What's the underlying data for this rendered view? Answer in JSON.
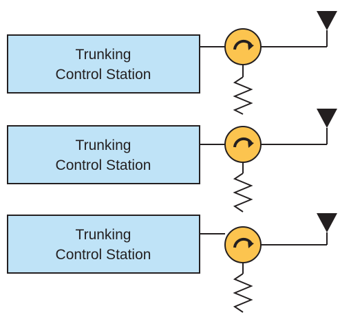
{
  "diagram": {
    "colors": {
      "box_fill": "#bfe3f7",
      "box_stroke": "#231f20",
      "circulator_fill": "#fcc44f",
      "line": "#231f20"
    },
    "stations": [
      {
        "label_line1": "Trunking",
        "label_line2": "Control Station",
        "circulator_icon": "circulator-icon",
        "antenna_icon": "antenna-icon",
        "load_icon": "resistor-icon"
      },
      {
        "label_line1": "Trunking",
        "label_line2": "Control Station",
        "circulator_icon": "circulator-icon",
        "antenna_icon": "antenna-icon",
        "load_icon": "resistor-icon"
      },
      {
        "label_line1": "Trunking",
        "label_line2": "Control Station",
        "circulator_icon": "circulator-icon",
        "antenna_icon": "antenna-icon",
        "load_icon": "resistor-icon"
      }
    ]
  }
}
